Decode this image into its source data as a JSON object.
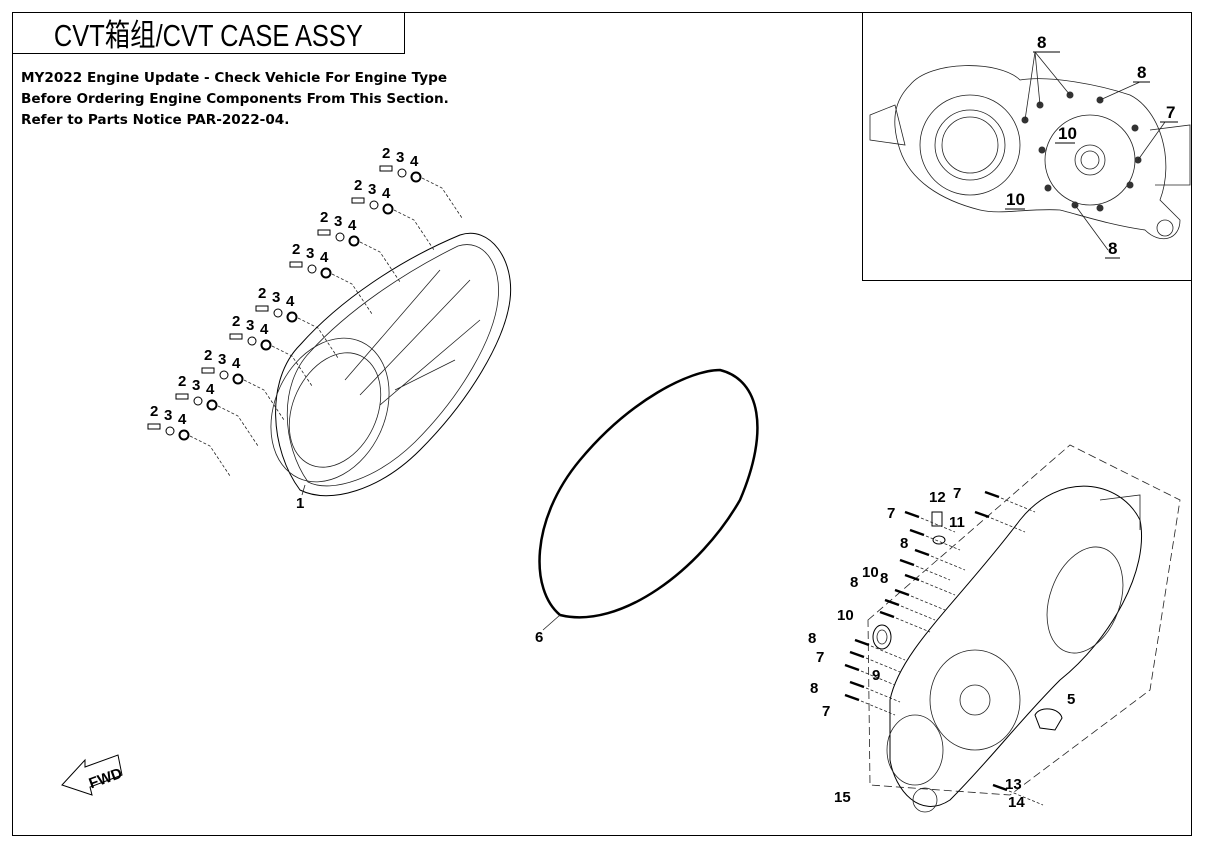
{
  "title": "CVT箱组/CVT CASE ASSY",
  "notice": [
    "MY2022 Engine Update - Check Vehicle For Engine Type",
    "Before Ordering Engine Components From This Section.",
    "Refer to Parts Notice PAR-2022-04."
  ],
  "fwd_label": "FWD",
  "bolt_group_labels": [
    "2",
    "3",
    "4"
  ],
  "callouts_left": [
    "1",
    "6"
  ],
  "callouts_right": [
    "12",
    "7",
    "7",
    "11",
    "8",
    "10",
    "8",
    "8",
    "10",
    "8",
    "9",
    "7",
    "8",
    "7",
    "5",
    "15",
    "13",
    "14"
  ],
  "callouts_inset": [
    "8",
    "8",
    "7",
    "10",
    "10",
    "8"
  ]
}
